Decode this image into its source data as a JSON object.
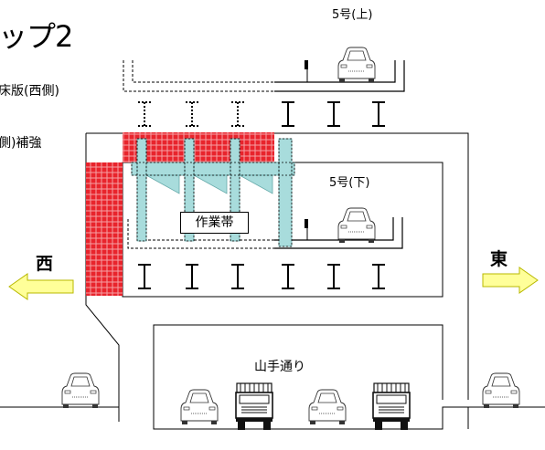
{
  "title": "ップ2",
  "legend": {
    "line1": "床版(西側)",
    "line2": "側)補強"
  },
  "labels": {
    "deck_upper": "5号(上)",
    "deck_lower": "5号(下)",
    "work_zone": "作業帯",
    "street": "山手通り",
    "west": "西",
    "east": "東"
  },
  "colors": {
    "reinforcement": "#e8242c",
    "temporary_frame": "#a8dcdc",
    "arrow_fill": "#ffff99",
    "arrow_stroke": "#b8b800"
  },
  "icons": [
    "car-icon",
    "truck-icon",
    "traffic-light-icon",
    "arrow-left-icon",
    "arrow-right-icon"
  ]
}
